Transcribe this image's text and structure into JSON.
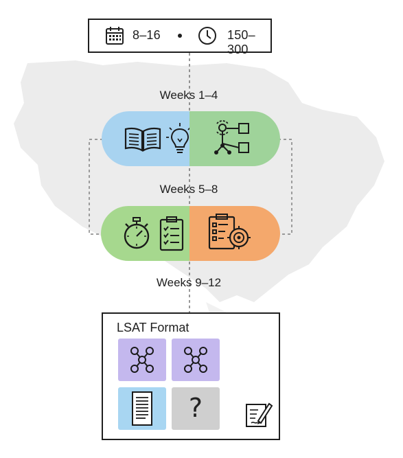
{
  "header": {
    "days_icon": "calendar-icon",
    "days_value": "8–16",
    "separator": "•",
    "hours_icon": "clock-icon",
    "hours_value": "150–300"
  },
  "phases": [
    {
      "label": "Weeks 1–4",
      "icons": [
        "open-book-icon",
        "lightbulb-icon",
        "logic-diagram-icon"
      ],
      "colors": [
        "#a8d3f0",
        "#9fd39a"
      ]
    },
    {
      "label": "Weeks 5–8",
      "icons": [
        "stopwatch-icon",
        "checklist-icon",
        "target-clipboard-icon"
      ],
      "colors": [
        "#a6d88e",
        "#f4a86c"
      ]
    },
    {
      "label": "Weeks 9–12"
    }
  ],
  "format": {
    "title": "LSAT Format",
    "tiles": [
      {
        "icon": "network-icon",
        "color": "#c4b8ee"
      },
      {
        "icon": "network-icon",
        "color": "#c4b8ee"
      },
      {
        "icon": "document-icon",
        "color": "#a8d6f2"
      },
      {
        "icon": "question-icon",
        "color": "#cfcfcf",
        "text": "?"
      }
    ],
    "extra_icon": "writing-icon"
  }
}
